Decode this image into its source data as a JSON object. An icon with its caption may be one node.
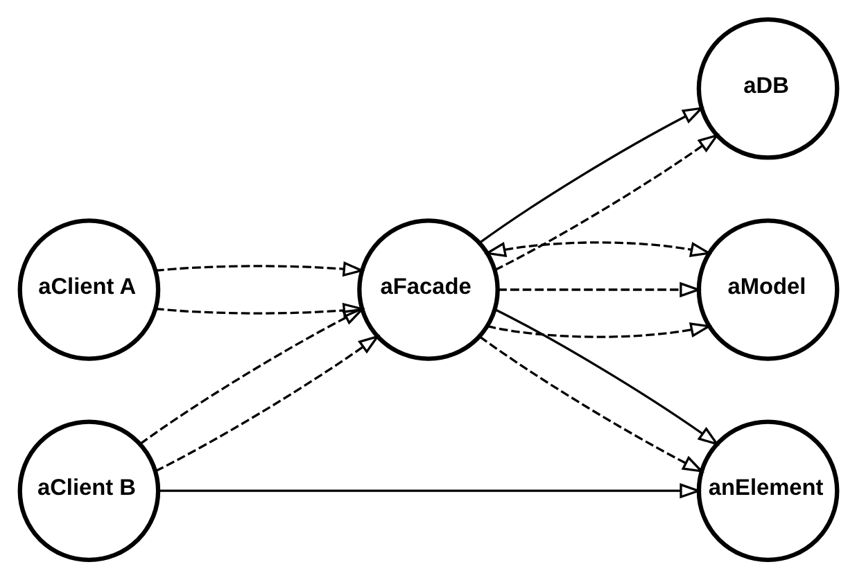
{
  "diagram": {
    "nodes": [
      {
        "text": [
          "aClient A"
        ]
      },
      {
        "text": [
          "aClient B"
        ]
      },
      {
        "text": [
          "aFacade"
        ]
      },
      {
        "text": [
          "aDB"
        ]
      },
      {
        "text": [
          "aModel"
        ]
      },
      {
        "text": [
          "anElement"
        ]
      }
    ],
    "edges": [
      {
        "from": 0,
        "to": 2,
        "arrow": "to",
        "style": "dashed"
      },
      {
        "from": 1,
        "to": 2,
        "arrow": "to",
        "style": "dashed"
      },
      {
        "from": 2,
        "to": 3,
        "arrow": "to",
        "style": "dashed"
      },
      {
        "from": 2,
        "to": 4,
        "arrow": "to",
        "style": "dashed"
      },
      {
        "from": 0,
        "to": 2,
        "arrow": "to",
        "style": "dashed"
      },
      {
        "from": 1,
        "to": 2,
        "arrow": "to",
        "style": "dashed"
      },
      {
        "from": 2,
        "to": 3,
        "arrow": "to"
      },
      {
        "from": 2,
        "to": 4,
        "arrow": "to",
        "style": "dashed"
      },
      {
        "from": 2,
        "to": 4,
        "arrow": "both",
        "style": "dashed"
      },
      {
        "from": 2,
        "to": 5,
        "arrow": "to",
        "style": "dashed"
      },
      {
        "from": 2,
        "to": 5,
        "arrow": "to"
      },
      {
        "from": 1,
        "to": 5,
        "arrow": "to"
      }
    ]
  }
}
